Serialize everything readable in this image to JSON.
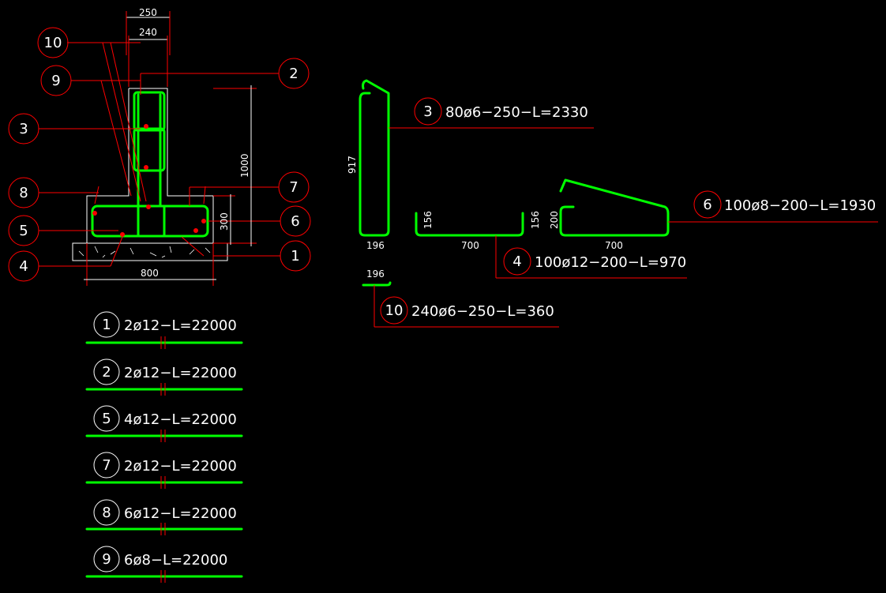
{
  "dimensions": {
    "top_outer": "250",
    "top_inner": "240",
    "wall_height": "1000",
    "footing_height": "300",
    "footing_width": "800",
    "bar3_height": "917",
    "bar3_width": "196",
    "bar4_left": "156",
    "bar4_right": "156",
    "bar4_width": "700",
    "bar6_height": "200",
    "bar6_width": "700",
    "bar10_width": "196"
  },
  "section_markers": [
    {
      "id": "10",
      "text": "10"
    },
    {
      "id": "9",
      "text": "9"
    },
    {
      "id": "3",
      "text": "3"
    },
    {
      "id": "8",
      "text": "8"
    },
    {
      "id": "5",
      "text": "5"
    },
    {
      "id": "4",
      "text": "4"
    },
    {
      "id": "2",
      "text": "2"
    },
    {
      "id": "7",
      "text": "7"
    },
    {
      "id": "6",
      "text": "6"
    },
    {
      "id": "1",
      "text": "1"
    }
  ],
  "bent_bars": [
    {
      "num": "3",
      "label": "80ø6−250−L=2330"
    },
    {
      "num": "6",
      "label": "100ø8−200−L=1930"
    },
    {
      "num": "4",
      "label": "100ø12−200−L=970"
    },
    {
      "num": "10",
      "label": "240ø6−250−L=360"
    }
  ],
  "straight_bars": [
    {
      "num": "1",
      "label": "2ø12−L=22000"
    },
    {
      "num": "2",
      "label": "2ø12−L=22000"
    },
    {
      "num": "5",
      "label": "4ø12−L=22000"
    },
    {
      "num": "7",
      "label": "2ø12−L=22000"
    },
    {
      "num": "8",
      "label": "6ø12−L=22000"
    },
    {
      "num": "9",
      "label": "6ø8−L=22000"
    }
  ]
}
